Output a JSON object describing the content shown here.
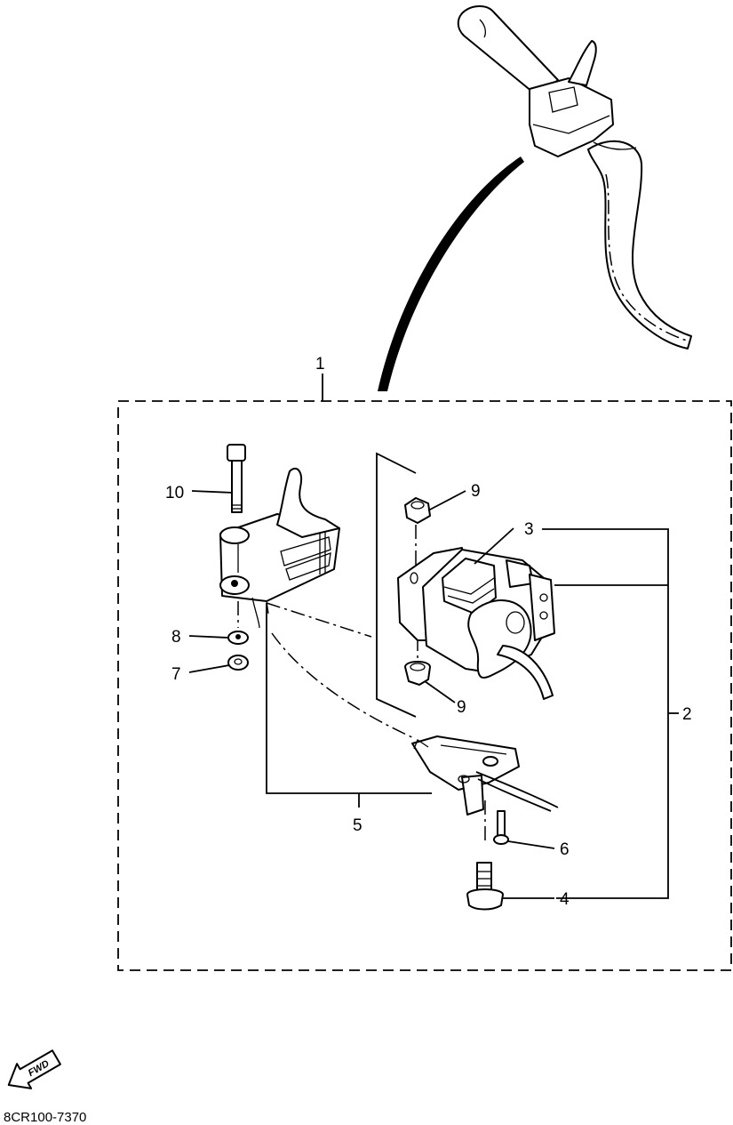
{
  "callouts": {
    "c1": "1",
    "c2": "2",
    "c3": "3",
    "c4": "4",
    "c5": "5",
    "c6": "6",
    "c7": "7",
    "c8": "8",
    "c9a": "9",
    "c9b": "9",
    "c10": "10"
  },
  "fwd_label": "FWD",
  "diagram_code": "8CR100-7370",
  "icons": [
    "fwd-arrow-icon"
  ]
}
